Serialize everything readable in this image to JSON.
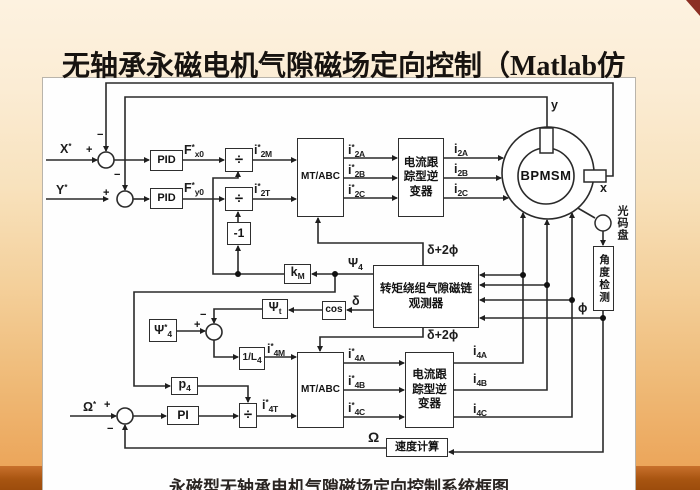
{
  "slide": {
    "title": "无轴承永磁电机气隙磁场定向控制（Matlab仿",
    "caption": "永磁型无轴承电机气隙磁场定向控制系统框图"
  },
  "blocks": {
    "pid": "PID",
    "divide": "÷",
    "negate": "-1",
    "mt_abc": "MT/ABC",
    "inverter": "电流跟踪型逆变器",
    "observer": "转矩绕组气隙磁链观测器",
    "cos": "cos",
    "motor": "BPMSM",
    "pi": "PI",
    "speed_calc": "速度计算",
    "angle_detect": "角度检测",
    "encoder": "光码盘"
  },
  "labels": {
    "x_ref": {
      "base": "X",
      "sup": "*"
    },
    "y_ref": {
      "base": "Y",
      "sup": "*"
    },
    "omega_ref": {
      "base": "Ω",
      "sup": "*"
    },
    "fx0": {
      "base": "F",
      "sup": "*",
      "sub": "x0"
    },
    "fy0": {
      "base": "F",
      "sup": "*",
      "sub": "y0"
    },
    "i2m": {
      "base": "i",
      "sup": "*",
      "sub": "2M"
    },
    "i2t": {
      "base": "i",
      "sup": "*",
      "sub": "2T"
    },
    "i2a_ref": {
      "base": "i",
      "sup": "*",
      "sub": "2A"
    },
    "i2b_ref": {
      "base": "i",
      "sup": "*",
      "sub": "2B"
    },
    "i2c_ref": {
      "base": "i",
      "sup": "*",
      "sub": "2C"
    },
    "i2a": {
      "base": "i",
      "sub": "2A"
    },
    "i2b": {
      "base": "i",
      "sub": "2B"
    },
    "i2c": {
      "base": "i",
      "sub": "2C"
    },
    "i4m": {
      "base": "i",
      "sup": "*",
      "sub": "4M"
    },
    "i4t": {
      "base": "i",
      "sup": "*",
      "sub": "4T"
    },
    "i4a_ref": {
      "base": "i",
      "sup": "*",
      "sub": "4A"
    },
    "i4b_ref": {
      "base": "i",
      "sup": "*",
      "sub": "4B"
    },
    "i4c_ref": {
      "base": "i",
      "sup": "*",
      "sub": "4C"
    },
    "i4a": {
      "base": "i",
      "sub": "4A"
    },
    "i4b": {
      "base": "i",
      "sub": "4B"
    },
    "i4c": {
      "base": "i",
      "sub": "4C"
    },
    "psi4": {
      "base": "Ψ",
      "sub": "4"
    },
    "psi4_ref": {
      "base": "Ψ",
      "sup": "*",
      "sub": "4"
    },
    "psi_t": {
      "base": "Ψ",
      "sub": "t"
    },
    "k_m": {
      "base": "k",
      "sub": "M"
    },
    "p4": {
      "base": "p",
      "sub": "4"
    },
    "inv_l4": {
      "base": "1/L",
      "sub": "4"
    },
    "delta": "δ",
    "delta_2phi": "δ+2ϕ",
    "phi": "ϕ",
    "omega": "Ω",
    "axis_y": "y",
    "axis_x": "x",
    "plus": "+",
    "minus": "−"
  }
}
